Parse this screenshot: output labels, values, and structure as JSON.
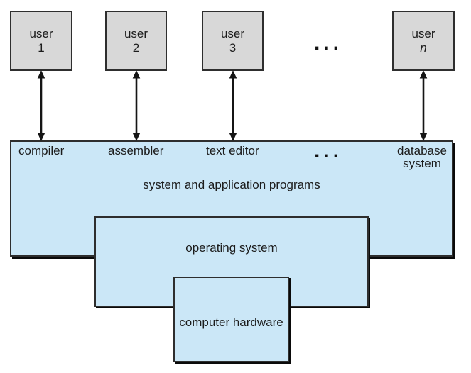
{
  "colors": {
    "box-blue": "#cbe7f7",
    "box-gray": "#d8d8d8",
    "box-border": "#2e2e2e",
    "shadow": "#0a0a0a",
    "text": "#1c1c1c"
  },
  "users": [
    {
      "line1": "user",
      "line2": "1"
    },
    {
      "line1": "user",
      "line2": "2"
    },
    {
      "line1": "user",
      "line2": "3"
    },
    {
      "line1": "user",
      "line2": "n"
    }
  ],
  "users_ellipsis": "...",
  "programs": {
    "labels": [
      "compiler",
      "assembler",
      "text editor"
    ],
    "ellipsis": "...",
    "database_line1": "database",
    "database_line2": "system",
    "caption": "system and application programs"
  },
  "os": {
    "label": "operating system"
  },
  "hardware": {
    "label": "computer hardware"
  }
}
